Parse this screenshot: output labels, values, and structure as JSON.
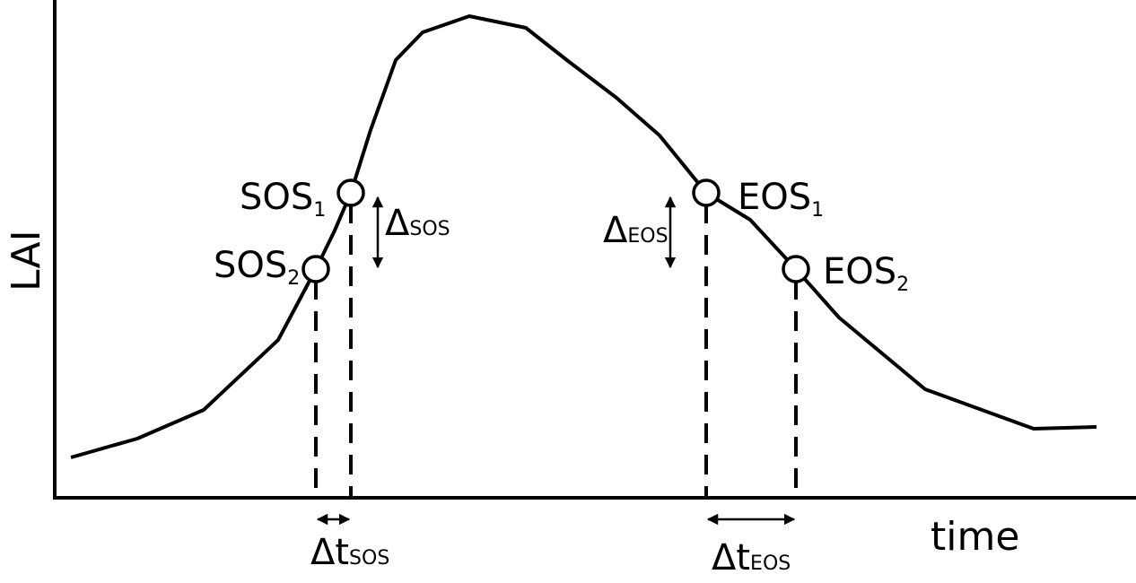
{
  "axes": {
    "y_label": "LAI",
    "x_label": "time"
  },
  "markers": {
    "sos1": {
      "main": "SOS",
      "sub": "1"
    },
    "sos2": {
      "main": "SOS",
      "sub": "2"
    },
    "eos1": {
      "main": "EOS",
      "sub": "1"
    },
    "eos2": {
      "main": "EOS",
      "sub": "2"
    }
  },
  "deltas": {
    "sos_lai": {
      "main": "Δ",
      "sub": "SOS"
    },
    "eos_lai": {
      "main": "Δ",
      "sub": "EOS"
    },
    "sos_time": {
      "main": "Δt",
      "sub": "SOS"
    },
    "eos_time": {
      "main": "Δt",
      "sub": "EOS"
    }
  },
  "colors": {
    "line": "#000000",
    "background": "#ffffff"
  }
}
